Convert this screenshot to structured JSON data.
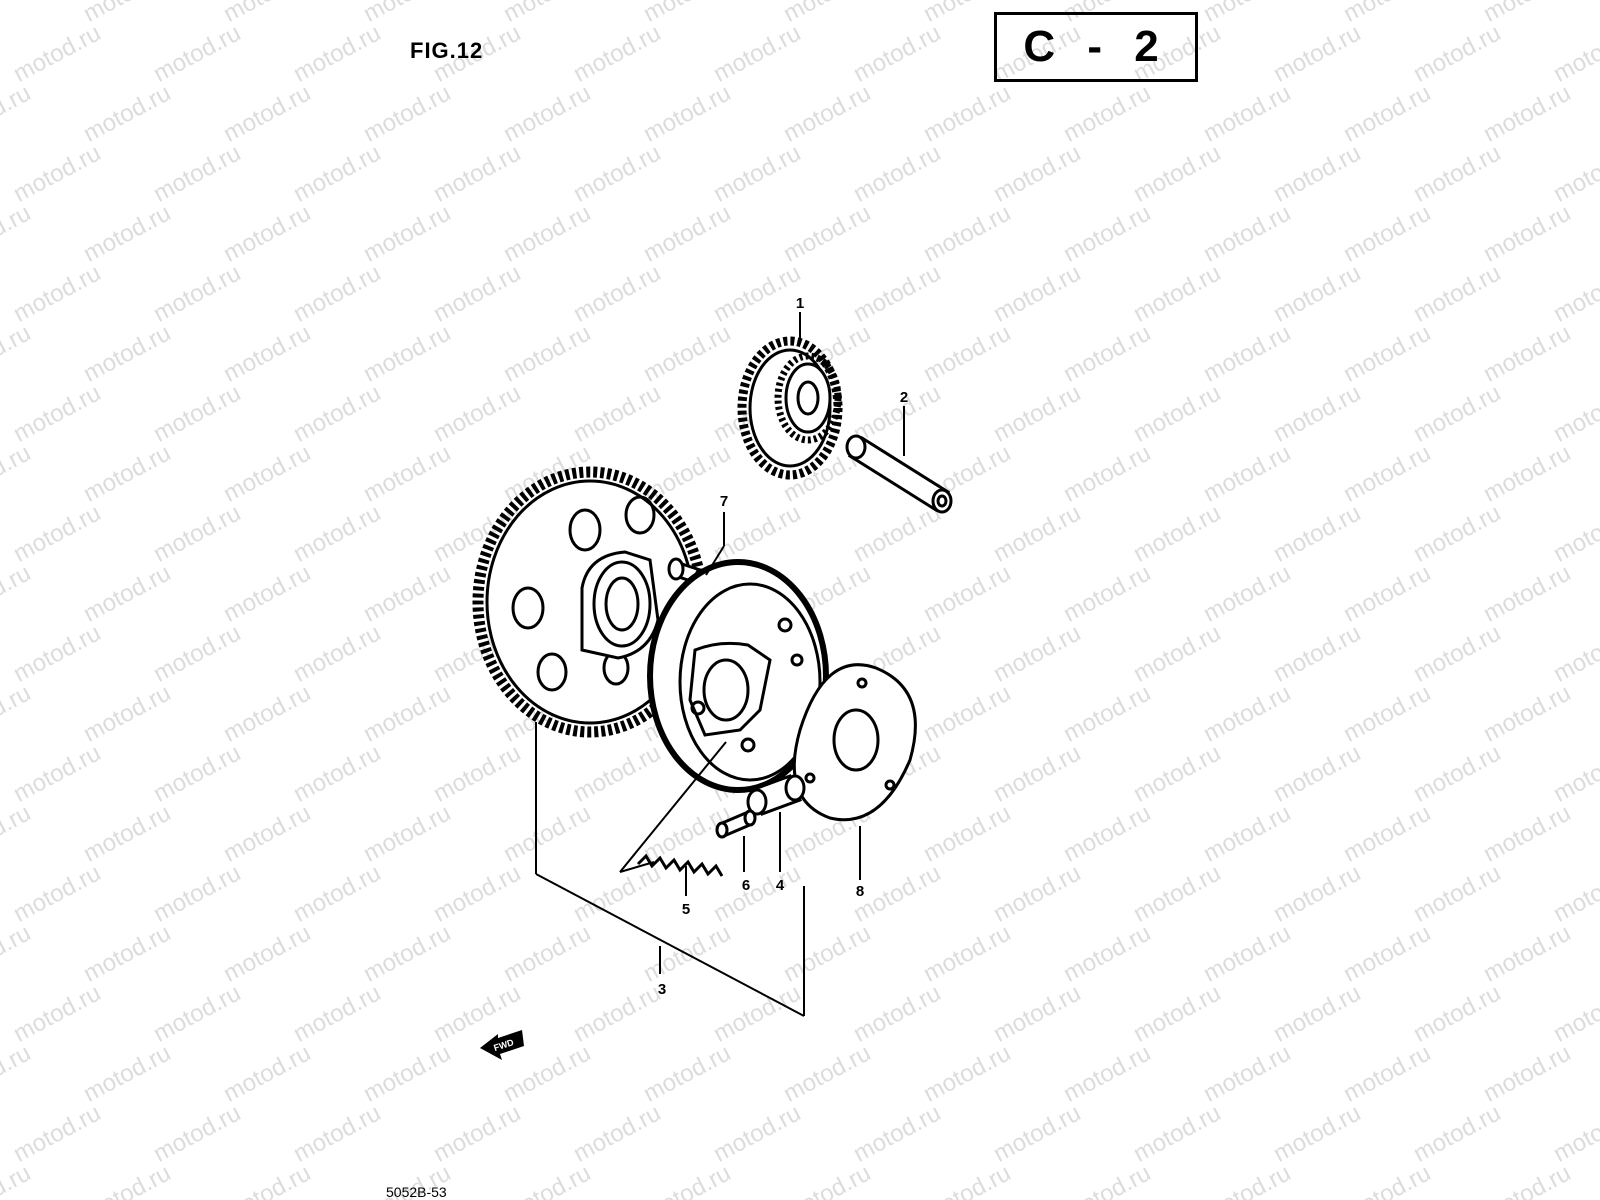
{
  "header": {
    "figure": "FIG.12",
    "code": "C - 2"
  },
  "watermark": "motod.ru",
  "fwd": "FWD",
  "footer": "5052B-53",
  "callouts": [
    {
      "id": "callout-1",
      "label": "1"
    },
    {
      "id": "callout-2",
      "label": "2"
    },
    {
      "id": "callout-3",
      "label": "3"
    },
    {
      "id": "callout-4",
      "label": "4"
    },
    {
      "id": "callout-5",
      "label": "5"
    },
    {
      "id": "callout-6",
      "label": "6"
    },
    {
      "id": "callout-7",
      "label": "7"
    },
    {
      "id": "callout-8",
      "label": "8"
    }
  ]
}
